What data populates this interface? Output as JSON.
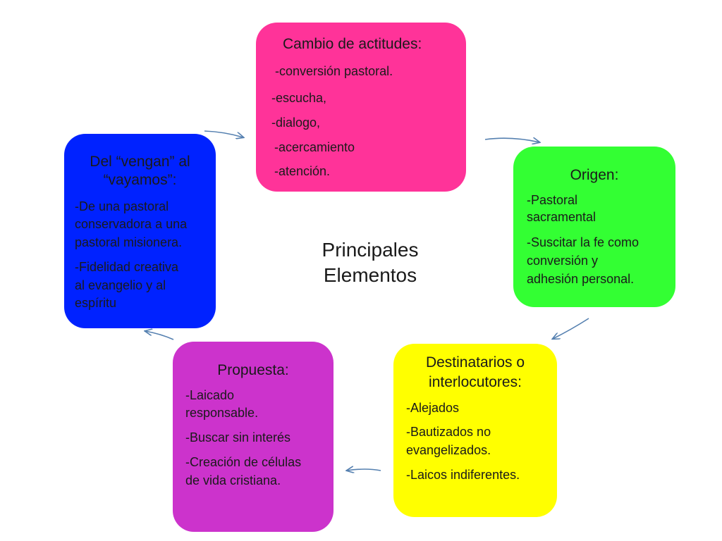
{
  "center_title": [
    "Principales",
    "Elementos"
  ],
  "colors": {
    "cambio": "#ff3399",
    "origen": "#33ff33",
    "destinatarios": "#ffff00",
    "propuesta": "#cc33cc",
    "del_vengan": "#0022ff",
    "arrow": "#5580b0"
  },
  "nodes": {
    "cambio": {
      "title": "Cambio  de actitudes:",
      "lines": [
        "-conversión pastoral.",
        "-escucha,",
        "-dialogo,",
        "-acercamiento",
        "-atención."
      ]
    },
    "origen": {
      "title": "Origen:",
      "lines": [
        "-Pastoral",
        "sacramental",
        "-Suscitar la fe como",
        "conversión y",
        "adhesión personal."
      ]
    },
    "destinatarios": {
      "title": [
        "Destinatarios o",
        "interlocutores:"
      ],
      "lines": [
        "-Alejados",
        "-Bautizados no",
        "evangelizados.",
        "-Laicos indiferentes."
      ]
    },
    "propuesta": {
      "title": "Propuesta:",
      "lines": [
        "-Laicado",
        "responsable.",
        "-Buscar sin interés",
        "-Creación de células",
        "de vida cristiana."
      ]
    },
    "del_vengan": {
      "title": [
        "Del “vengan” al",
        "“vayamos”:"
      ],
      "lines": [
        "-De una pastoral",
        "conservadora a una",
        "pastoral misionera.",
        "-Fidelidad creativa",
        "al evangelio y al",
        "espíritu"
      ]
    }
  }
}
